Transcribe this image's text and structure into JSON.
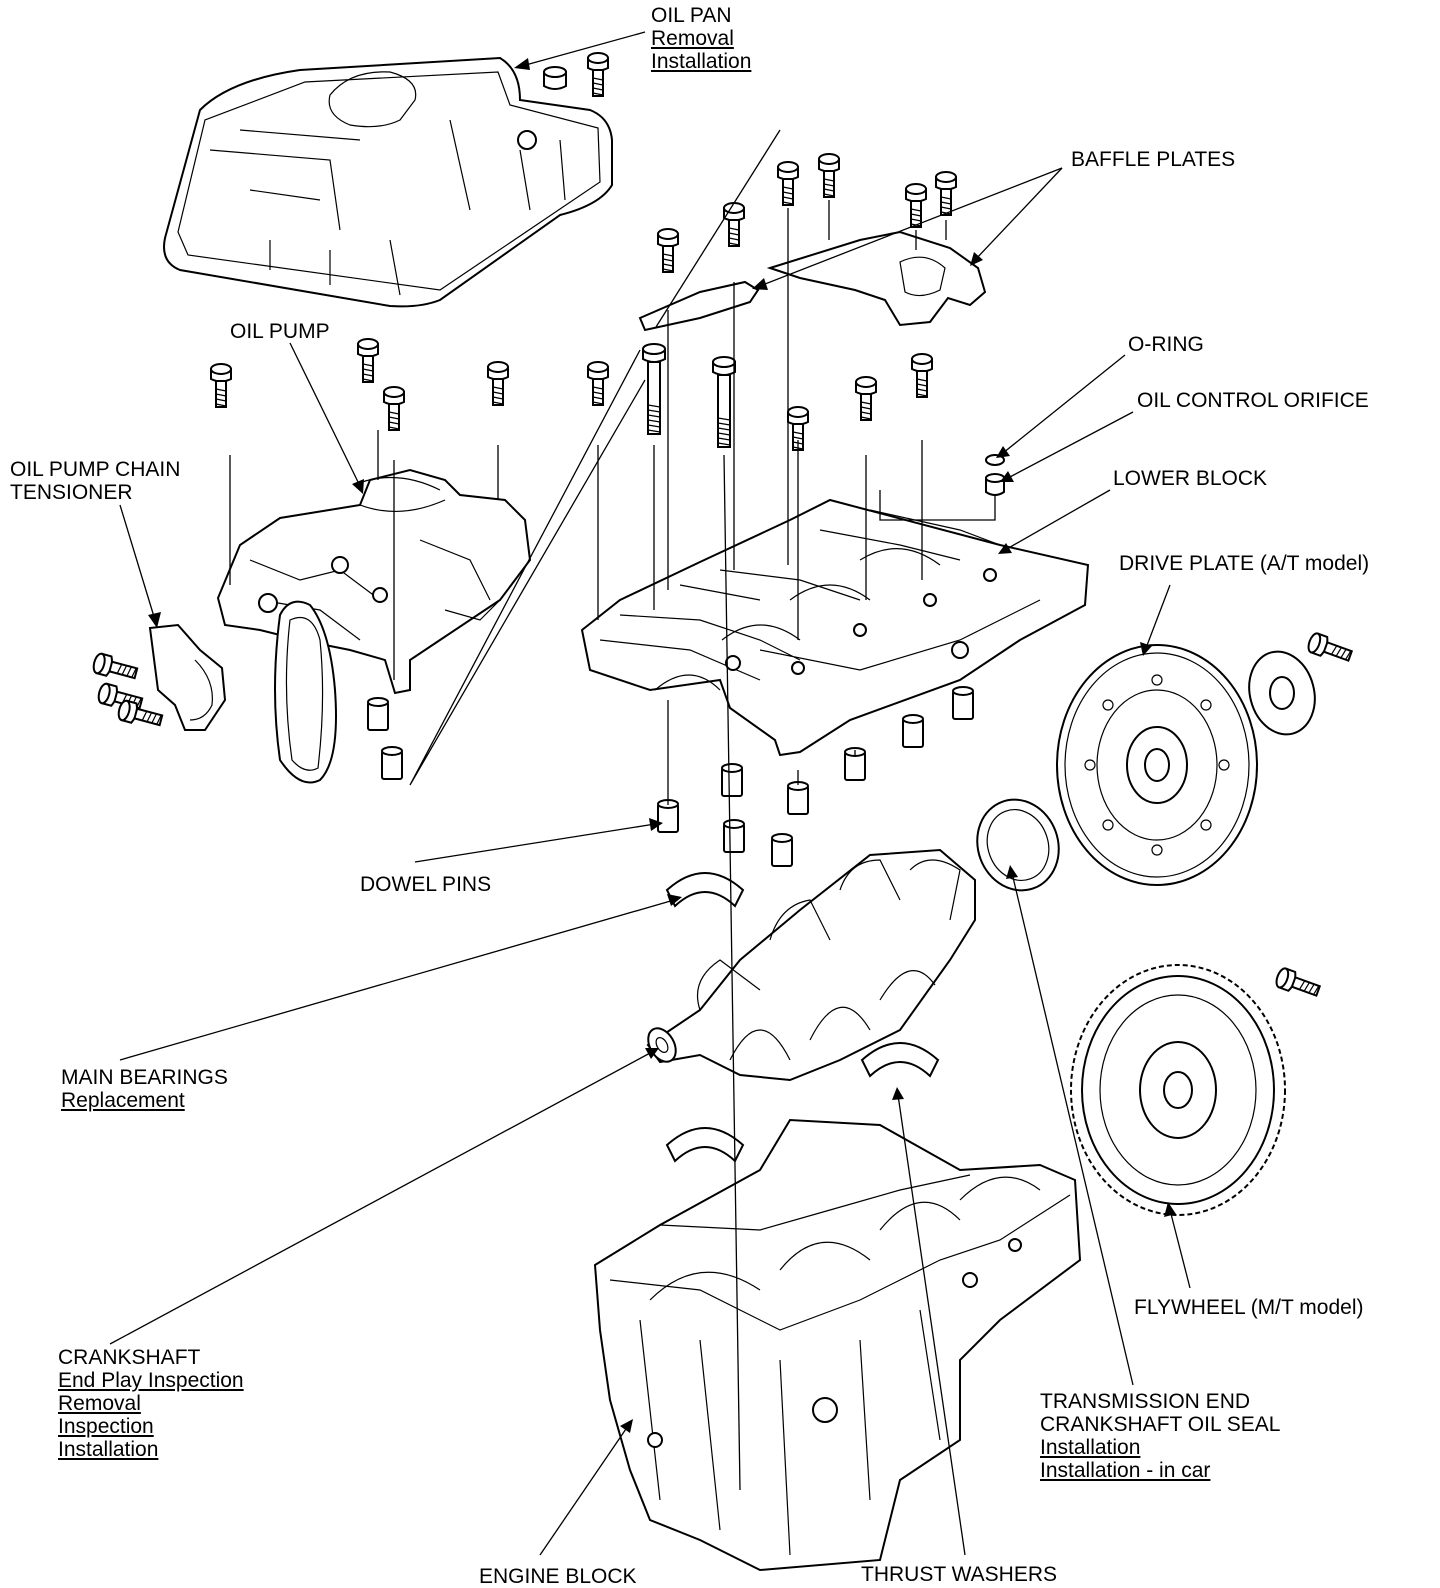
{
  "labels": {
    "oil_pan": {
      "title": "OIL PAN",
      "links": [
        "Removal",
        "Installation"
      ]
    },
    "baffle_plates": {
      "title": "BAFFLE PLATES"
    },
    "oil_pump": {
      "title": "OIL PUMP"
    },
    "o_ring": {
      "title": "O-RING"
    },
    "oil_control_orifice": {
      "title": "OIL CONTROL ORIFICE"
    },
    "oil_pump_chain_tensioner": {
      "title_line1": "OIL PUMP CHAIN",
      "title_line2": "TENSIONER"
    },
    "lower_block": {
      "title": "LOWER BLOCK"
    },
    "drive_plate": {
      "title": "DRIVE PLATE (A/T model)"
    },
    "dowel_pins": {
      "title": "DOWEL PINS"
    },
    "main_bearings": {
      "title": "MAIN BEARINGS",
      "links": [
        "Replacement"
      ]
    },
    "flywheel": {
      "title": "FLYWHEEL (M/T model)"
    },
    "crankshaft": {
      "title": "CRANKSHAFT",
      "links": [
        "End Play Inspection",
        "Removal",
        "Inspection",
        "Installation"
      ]
    },
    "transmission_end_seal": {
      "title_line1": "TRANSMISSION END",
      "title_line2": "CRANKSHAFT OIL SEAL",
      "links": [
        "Installation",
        "Installation - in car"
      ]
    },
    "thrust_washers": {
      "title": "THRUST WASHERS"
    },
    "engine_block": {
      "title": "ENGINE BLOCK"
    }
  }
}
